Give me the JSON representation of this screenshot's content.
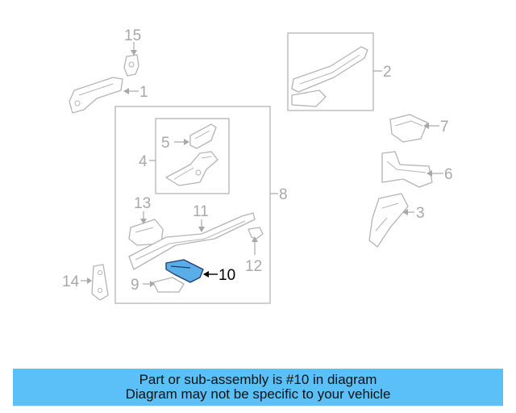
{
  "callouts": {
    "c1": "1",
    "c2": "2",
    "c3": "3",
    "c4": "4",
    "c5": "5",
    "c6": "6",
    "c7": "7",
    "c8": "8",
    "c9": "9",
    "c10": "10",
    "c11": "11",
    "c12": "12",
    "c13": "13",
    "c14": "14",
    "c15": "15"
  },
  "highlight_part": "10",
  "colors": {
    "highlight_fill": "#5aaee8",
    "banner_background": "#5bc0f8",
    "line_gray": "#b4b4b4"
  },
  "banner": {
    "line1": "Part or sub-assembly is #10 in diagram",
    "line2": "Diagram may not be specific to your vehicle"
  }
}
